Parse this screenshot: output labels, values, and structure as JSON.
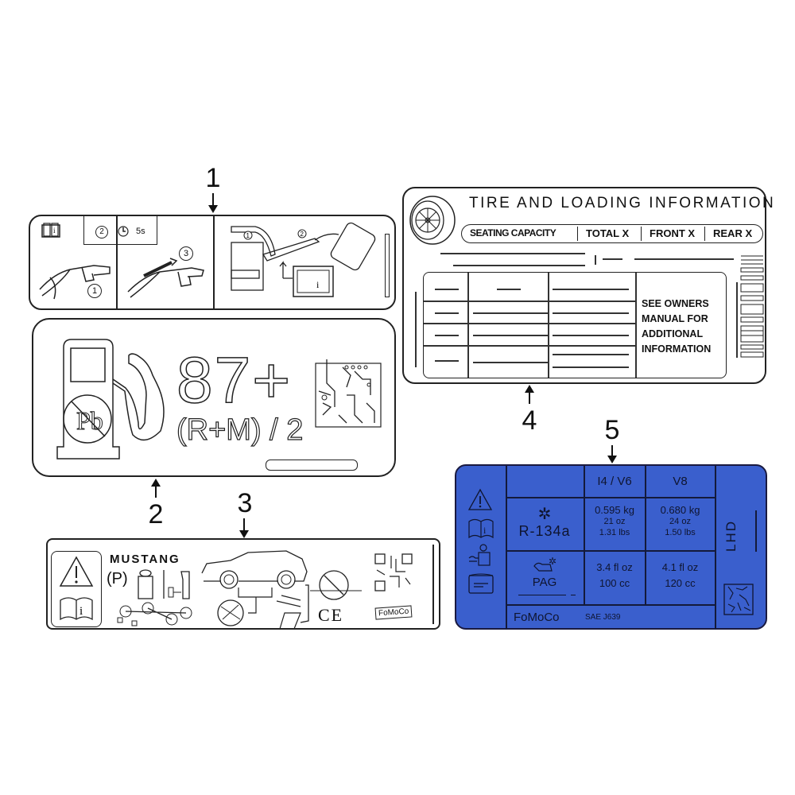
{
  "callouts": [
    {
      "number": "1",
      "target": "fuel-fill-instruction-label"
    },
    {
      "number": "2",
      "target": "fuel-octane-label"
    },
    {
      "number": "3",
      "target": "jack-warning-label"
    },
    {
      "number": "4",
      "target": "tire-loading-label"
    },
    {
      "number": "5",
      "target": "ac-refrigerant-label"
    }
  ],
  "label1": {
    "step2_badge": "2",
    "step2_time": "5s",
    "step1_badge": "1",
    "step3_badge": "3",
    "right_step1": "1",
    "right_step2": "2"
  },
  "label2": {
    "octane": "87+",
    "formula": "(R+M) / 2",
    "lead_symbol": "Pb"
  },
  "label3": {
    "model": "MUSTANG",
    "park_symbol": "(P)",
    "ce_mark": "CE",
    "brand": "FoMoCo"
  },
  "label4": {
    "title": "TIRE AND LOADING INFORMATION",
    "pill": {
      "seating": "SEATING CAPACITY",
      "total": "TOTAL X",
      "front": "FRONT X",
      "rear": "REAR X"
    },
    "note_lines": [
      "SEE OWNERS",
      "MANUAL FOR",
      "ADDITIONAL",
      "INFORMATION"
    ]
  },
  "label5": {
    "background_color": "#3a5fcd",
    "headers": [
      "",
      "I4 / V6",
      "V8"
    ],
    "rows": [
      {
        "name": "R-134a",
        "icon": "snowflake-icon",
        "i4v6": [
          "0.595 kg",
          "21 oz",
          "1.31 lbs"
        ],
        "v8": [
          "0.680 kg",
          "24 oz",
          "1.50 lbs"
        ]
      },
      {
        "name": "PAG",
        "icon": "oil-can-icon",
        "i4v6": [
          "3.4 fl oz",
          "100 cc"
        ],
        "v8": [
          "4.1 fl oz",
          "120 cc"
        ]
      }
    ],
    "footer_brand": "FoMoCo",
    "footer_standard": "SAE J639",
    "side_text": "LHD"
  }
}
